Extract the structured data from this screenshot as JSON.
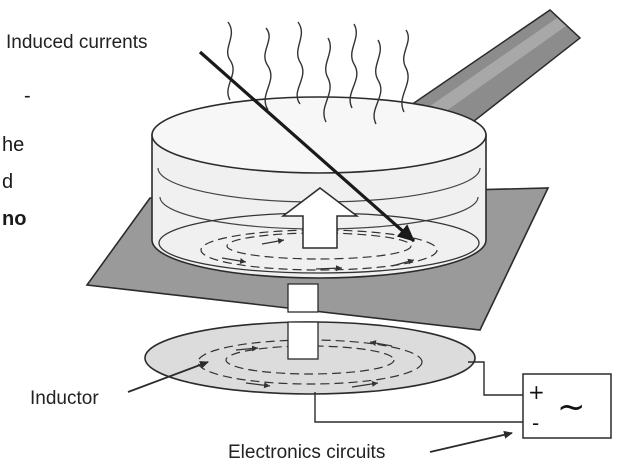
{
  "colors": {
    "line": "#2b2b2b",
    "hob_fill": "#9a9a9a",
    "handle_fill": "#8c8c8c",
    "coil_fill": "#dcdcdc",
    "pan_fill": "#f0f0f0",
    "text": "#222222"
  },
  "labels": {
    "induced_currents": "Induced currents",
    "inductor": "Inductor",
    "electronics_circuits": "Electronics circuits"
  },
  "source_box": {
    "plus": "+",
    "minus": "-",
    "ac_symbol": "~"
  },
  "cropped_text": {
    "line1": "-",
    "line2": "he",
    "line3": "d",
    "line4": "no"
  }
}
